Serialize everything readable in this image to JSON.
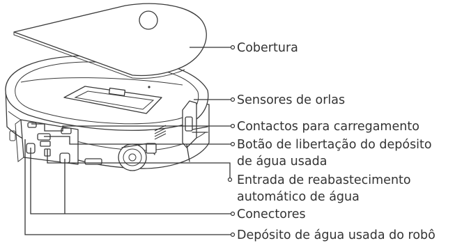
{
  "labels": {
    "cover": "Cobertura",
    "edge_sensors": "Sensores de orlas",
    "charging_contacts": "Contactos para carregamento",
    "release_button_line1": "Botão de libertação do depósito",
    "release_button_line2": "de água usada",
    "auto_refill_inlet_line1": "Entrada de reabastecimento",
    "auto_refill_inlet_line2": "automático de água",
    "connectors": "Conectores",
    "robot_dirty_water_tank": "Depósito de água usada do robô"
  }
}
